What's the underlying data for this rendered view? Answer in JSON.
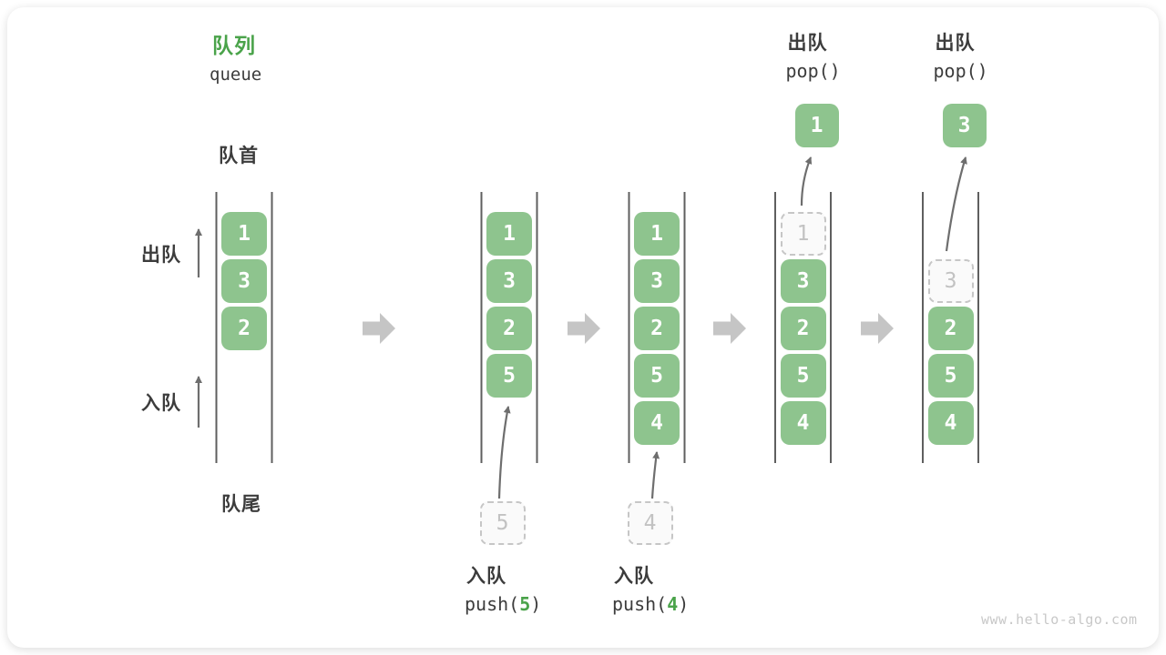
{
  "colors": {
    "box_green": "#8ec48e",
    "accent_green": "#4aa34a",
    "ghost_border": "#c6c6c6",
    "ghost_text": "#c2c2c2",
    "ghost_bg": "#fafafa",
    "rail": "#5f5f5f",
    "arrow_small": "#6e6e6e",
    "arrow_big": "#c5c5c5",
    "text_dark": "#3c3c3c",
    "watermark_gray": "#c8c8c8",
    "box_text": "#ffffff"
  },
  "header": {
    "title_zh": "队列",
    "title_en": "queue"
  },
  "side_labels": {
    "front": "队首",
    "rear": "队尾",
    "dequeue": "出队",
    "enqueue": "入队"
  },
  "queues": [
    {
      "name": "state-1",
      "boxes": [
        {
          "slot": 0,
          "value": "1",
          "kind": "solid"
        },
        {
          "slot": 1,
          "value": "3",
          "kind": "solid"
        },
        {
          "slot": 2,
          "value": "2",
          "kind": "solid"
        }
      ]
    },
    {
      "name": "state-2",
      "boxes": [
        {
          "slot": 0,
          "value": "1",
          "kind": "solid"
        },
        {
          "slot": 1,
          "value": "3",
          "kind": "solid"
        },
        {
          "slot": 2,
          "value": "2",
          "kind": "solid"
        },
        {
          "slot": 3,
          "value": "5",
          "kind": "solid"
        }
      ],
      "bottom_op": {
        "label_zh": "入队",
        "code_pre": "push(",
        "code_arg": "5",
        "code_post": ")",
        "ghost_value": "5"
      }
    },
    {
      "name": "state-3",
      "boxes": [
        {
          "slot": 0,
          "value": "1",
          "kind": "solid"
        },
        {
          "slot": 1,
          "value": "3",
          "kind": "solid"
        },
        {
          "slot": 2,
          "value": "2",
          "kind": "solid"
        },
        {
          "slot": 3,
          "value": "5",
          "kind": "solid"
        },
        {
          "slot": 4,
          "value": "4",
          "kind": "solid"
        }
      ],
      "bottom_op": {
        "label_zh": "入队",
        "code_pre": "push(",
        "code_arg": "4",
        "code_post": ")",
        "ghost_value": "4"
      }
    },
    {
      "name": "state-4",
      "boxes": [
        {
          "slot": 0,
          "value": "1",
          "kind": "ghost"
        },
        {
          "slot": 1,
          "value": "3",
          "kind": "solid"
        },
        {
          "slot": 2,
          "value": "2",
          "kind": "solid"
        },
        {
          "slot": 3,
          "value": "5",
          "kind": "solid"
        },
        {
          "slot": 4,
          "value": "4",
          "kind": "solid"
        }
      ],
      "top_op": {
        "label_zh": "出队",
        "code": "pop()",
        "popped_value": "1"
      }
    },
    {
      "name": "state-5",
      "boxes": [
        {
          "slot": 1,
          "value": "3",
          "kind": "ghost"
        },
        {
          "slot": 2,
          "value": "2",
          "kind": "solid"
        },
        {
          "slot": 3,
          "value": "5",
          "kind": "solid"
        },
        {
          "slot": 4,
          "value": "4",
          "kind": "solid"
        }
      ],
      "top_op": {
        "label_zh": "出队",
        "code": "pop()",
        "popped_value": "3"
      }
    }
  ],
  "watermark": "www.hello-algo.com"
}
